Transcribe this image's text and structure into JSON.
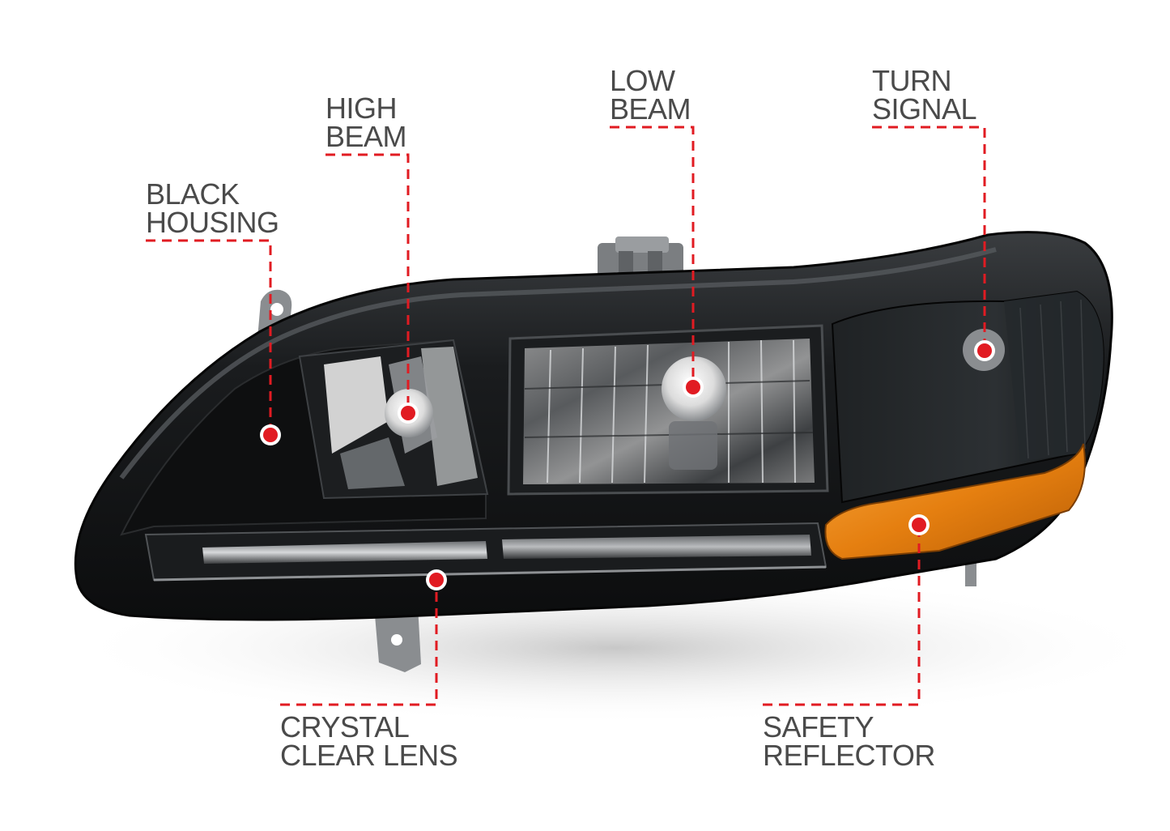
{
  "colors": {
    "accent": "#e11b22",
    "label_text": "#4a4a4a",
    "housing": "#141618",
    "amber": "#e98a14"
  },
  "callouts": [
    {
      "id": "black-housing",
      "lines": [
        "BLACK",
        "HOUSING"
      ]
    },
    {
      "id": "high-beam",
      "lines": [
        "HIGH",
        "BEAM"
      ]
    },
    {
      "id": "low-beam",
      "lines": [
        "LOW",
        "BEAM"
      ]
    },
    {
      "id": "turn-signal",
      "lines": [
        "TURN",
        "SIGNAL"
      ]
    },
    {
      "id": "crystal-clear-lens",
      "lines": [
        "CRYSTAL",
        "CLEAR LENS"
      ]
    },
    {
      "id": "safety-reflector",
      "lines": [
        "SAFETY",
        "REFLECTOR"
      ]
    }
  ]
}
